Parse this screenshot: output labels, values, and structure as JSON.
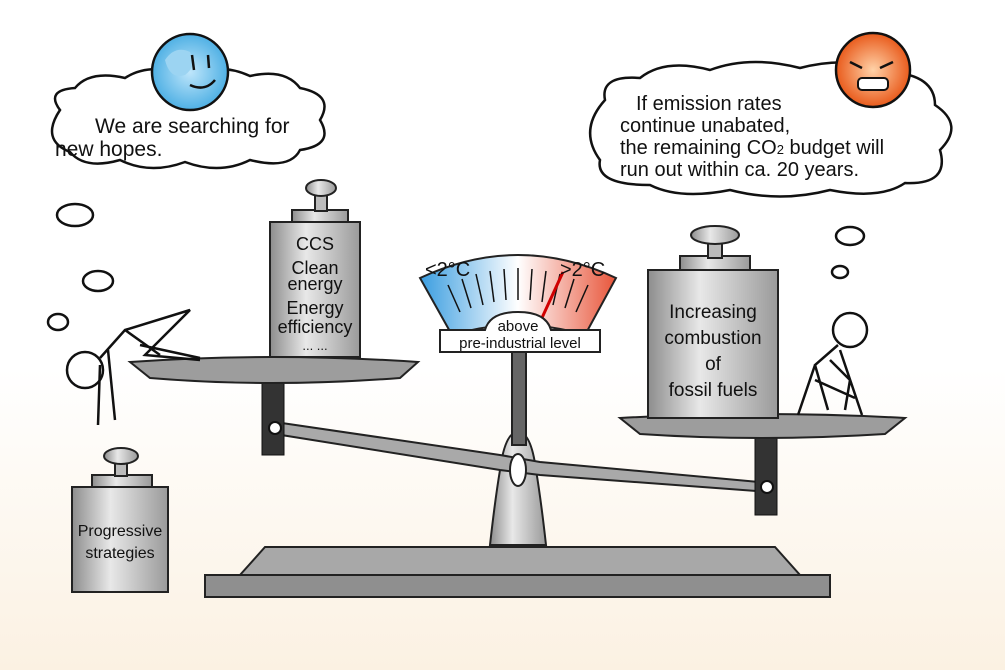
{
  "left_bubble": {
    "line1": "We are searching for",
    "line2": "new hopes."
  },
  "right_bubble": {
    "line1": "If emission rates",
    "line2": "continue unabated,",
    "line3a": "the remaining CO",
    "line3sub": "2",
    "line3b": " budget will",
    "line4": "run out within ca. 20 years."
  },
  "left_weight": {
    "l1": "CCS",
    "l2": "Clean",
    "l3": "energy",
    "l4": "Energy",
    "l5": "efficiency",
    "l6": "... ..."
  },
  "right_weight": {
    "l1": "Increasing",
    "l2": "combustion",
    "l3": "of",
    "l4": "fossil fuels"
  },
  "spare_weight": {
    "l1": "Progressive",
    "l2": "strategies"
  },
  "gauge": {
    "low_label": "<2°C",
    "high_label": ">2°C",
    "caption1": "above",
    "caption2": "pre-industrial level"
  },
  "colors": {
    "cool": "#3a9de0",
    "warm": "#e8553a",
    "metal": "#a9a9a9",
    "needle": "#d00000"
  }
}
